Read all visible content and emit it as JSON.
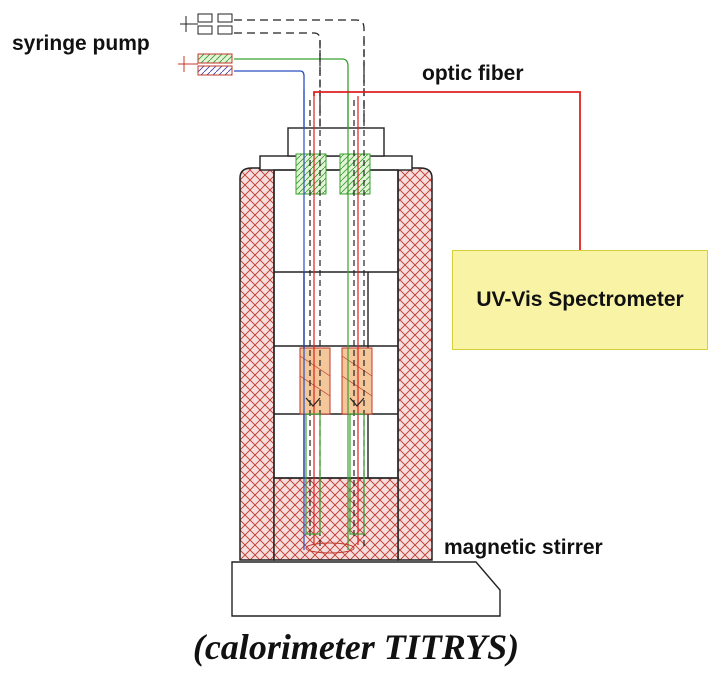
{
  "labels": {
    "syringe_pump": "syringe pump",
    "optic_fiber": "optic fiber",
    "uv_vis": "UV-Vis Spectrometer",
    "magnetic_stirrer": "magnetic stirrer",
    "caption": "(calorimeter TITRYS)"
  },
  "colors": {
    "insulation_fill": "#f6dede",
    "insulation_hatch": "#c0392b",
    "optic_fiber": "#e02020",
    "tube_green": "#3aa030",
    "tube_blue": "#2b4fc0",
    "spectrometer_fill": "#f9f3a6",
    "spectrometer_border": "#d7cf3a",
    "outline": "#222222"
  }
}
